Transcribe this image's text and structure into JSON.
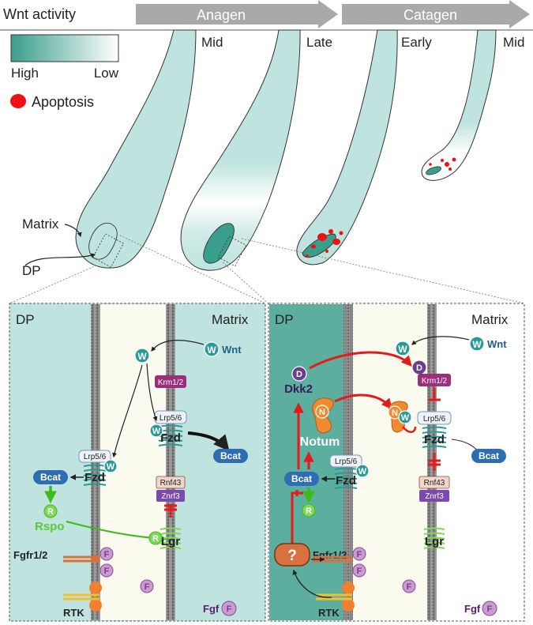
{
  "header": {
    "wnt_activity": "Wnt activity",
    "anagen": "Anagen",
    "catagen": "Catagen"
  },
  "legend": {
    "high": "High",
    "low": "Low",
    "apoptosis": "Apoptosis",
    "gradient_high_color": "#3a9e8c",
    "gradient_low_color": "#ffffff",
    "apoptosis_color": "#ee1111"
  },
  "stages": {
    "anagen_mid": "Mid",
    "anagen_late": "Late",
    "catagen_early": "Early",
    "catagen_mid": "Mid"
  },
  "follicle_labels": {
    "matrix": "Matrix",
    "dp": "DP"
  },
  "left_panel": {
    "dp": "DP",
    "matrix": "Matrix",
    "wnt": "Wnt",
    "w": "W",
    "krm": "Krm1/2",
    "lrp_right": "Lrp5/6",
    "lrp_left": "Lrp5/6",
    "fzd_right": "Fzd",
    "fzd_left": "Fzd",
    "bcat_right": "Bcat",
    "bcat_left": "Bcat",
    "rnf43": "Rnf43",
    "znrf3": "Znrf3",
    "lgr": "Lgr",
    "r": "R",
    "rspo": "Rspo",
    "fgfr": "Fgfr1/2",
    "f": "F",
    "rtk": "RTK",
    "fgf": "Fgf"
  },
  "right_panel": {
    "dp": "DP",
    "matrix": "Matrix",
    "wnt": "Wnt",
    "w": "W",
    "d": "D",
    "dkk2": "Dkk2",
    "n": "N",
    "notum": "Notum",
    "krm": "Krm1/2",
    "lrp_right": "Lrp5/6",
    "lrp_left": "Lrp5/6",
    "fzd_right": "Fzd",
    "fzd_left": "Fzd",
    "bcat_right": "Bcat",
    "bcat_left": "Bcat",
    "rnf43": "Rnf43",
    "znrf3": "Znrf3",
    "lgr": "Lgr",
    "r": "R",
    "q": "?",
    "fgfr": "Fgfr1/2",
    "f": "F",
    "rtk": "RTK",
    "fgf": "Fgf"
  }
}
